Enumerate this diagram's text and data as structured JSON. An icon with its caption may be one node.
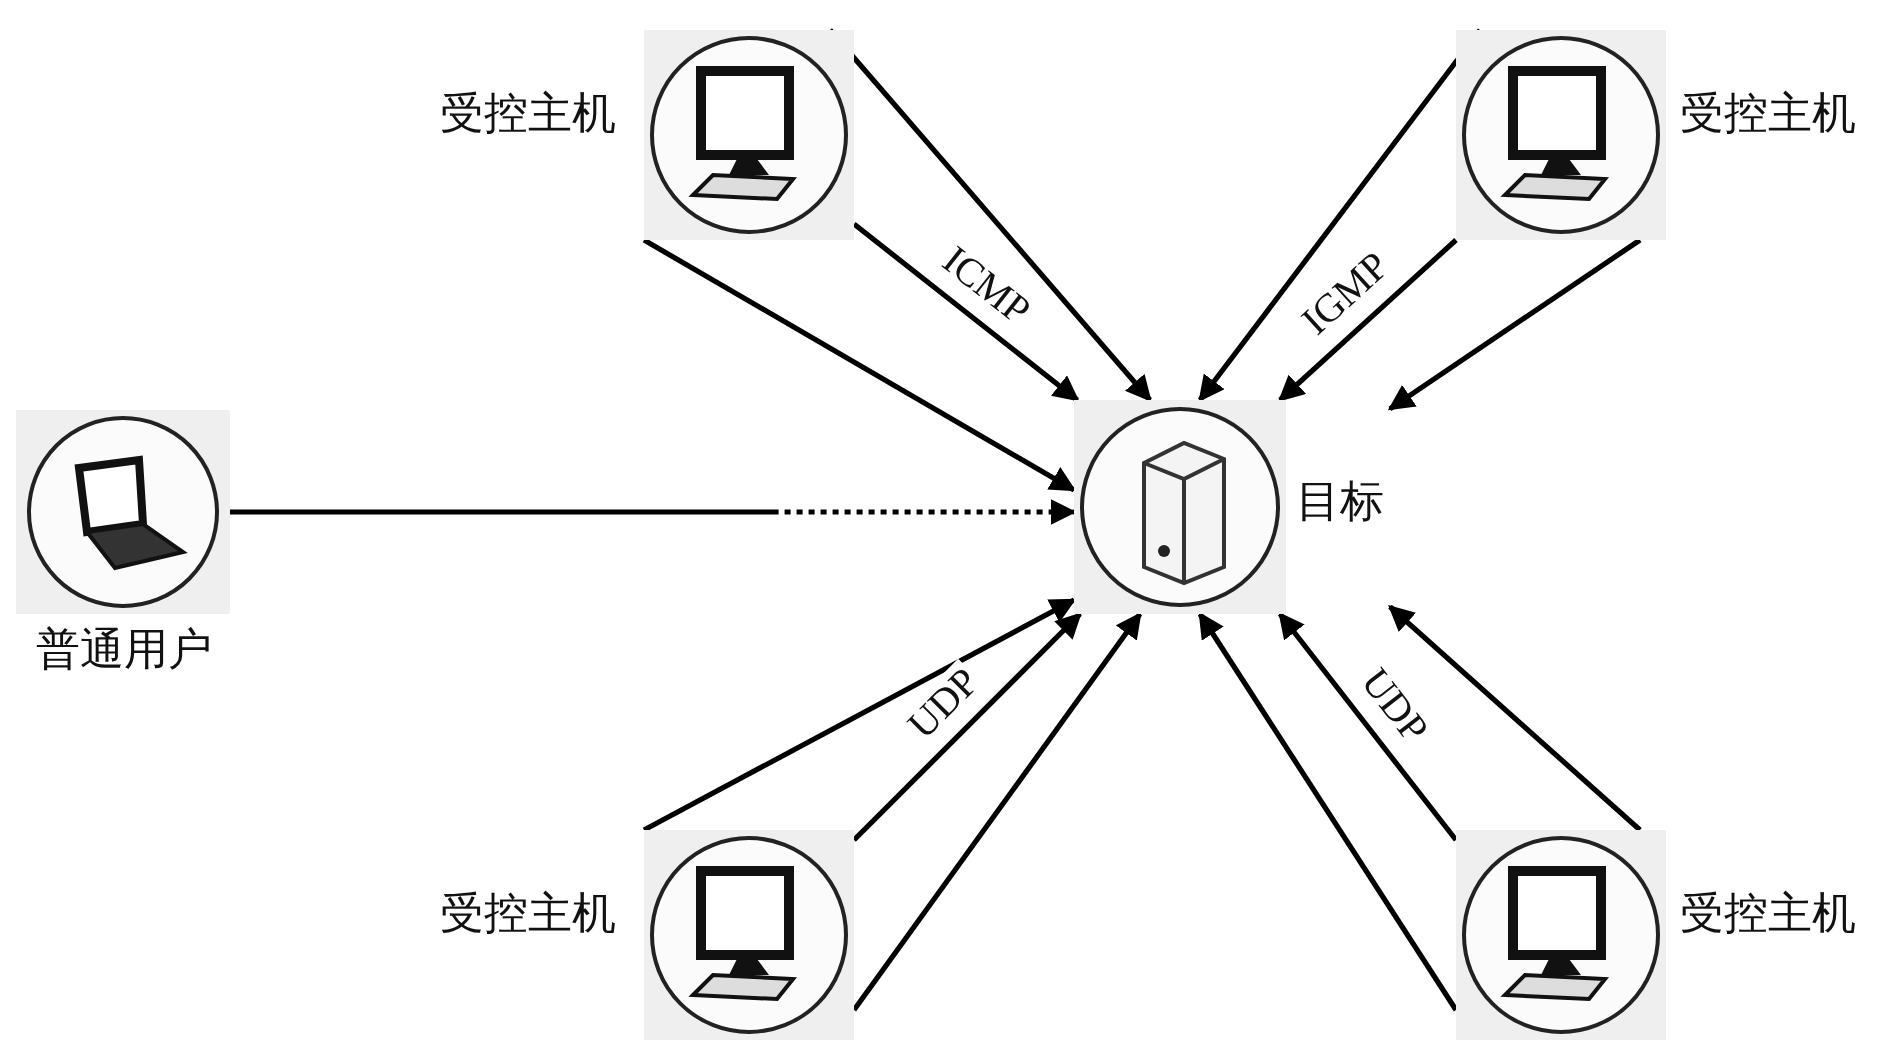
{
  "diagram": {
    "nodes": [
      {
        "text": [
          "受控主机"
        ]
      },
      {
        "text": [
          "受控主机"
        ]
      },
      {
        "text": [
          "普通用户"
        ]
      },
      {
        "text": [
          "目标"
        ]
      },
      {
        "text": [
          "受控主机"
        ]
      },
      {
        "text": [
          "受控主机"
        ]
      }
    ],
    "edges": [
      {
        "from": 0,
        "to": 3,
        "arrow": "to"
      },
      {
        "from": 0,
        "to": 3,
        "arrow": "to",
        "label": "ICMP"
      },
      {
        "from": 0,
        "to": 3,
        "arrow": "to"
      },
      {
        "from": 1,
        "to": 3,
        "arrow": "to"
      },
      {
        "from": 1,
        "to": 3,
        "arrow": "to",
        "label": "IGMP"
      },
      {
        "from": 1,
        "to": 3,
        "arrow": "to"
      },
      {
        "from": 2,
        "to": 3,
        "arrow": "to",
        "style": "dashed"
      },
      {
        "from": 4,
        "to": 3,
        "arrow": "to"
      },
      {
        "from": 4,
        "to": 3,
        "arrow": "to",
        "label": "UDP"
      },
      {
        "from": 4,
        "to": 3,
        "arrow": "to"
      },
      {
        "from": 5,
        "to": 3,
        "arrow": "to"
      },
      {
        "from": 5,
        "to": 3,
        "arrow": "to",
        "label": "UDP"
      },
      {
        "from": 5,
        "to": 3,
        "arrow": "to"
      }
    ]
  }
}
